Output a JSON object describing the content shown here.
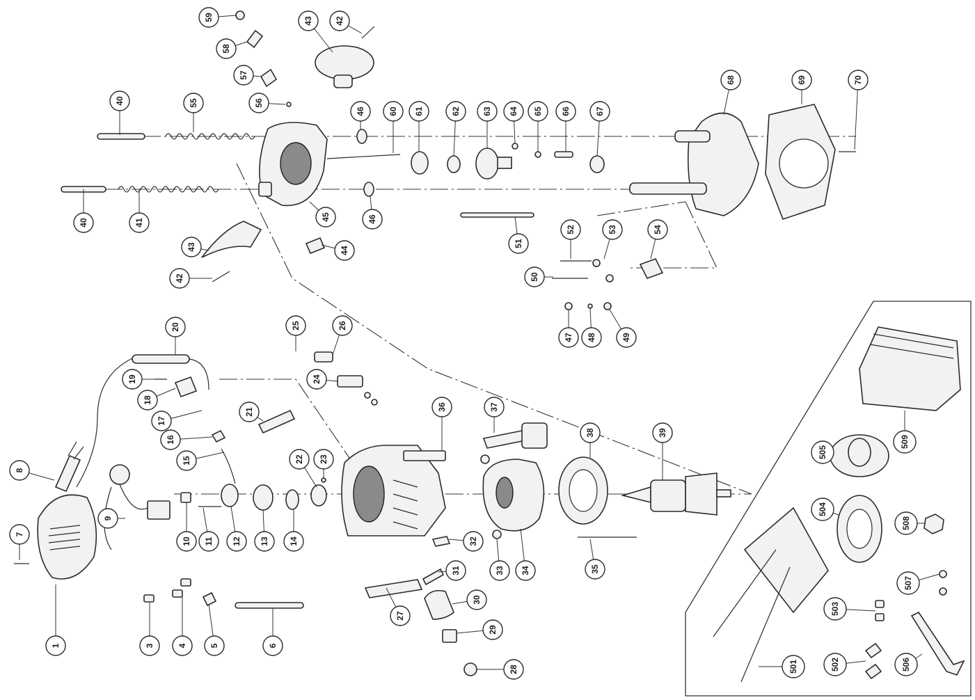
{
  "diagram": {
    "callouts": {
      "p1": "1",
      "p3": "3",
      "p4": "4",
      "p5": "5",
      "p6": "6",
      "p7": "7",
      "p8": "8",
      "p9": "9",
      "p10": "10",
      "p11": "11",
      "p12": "12",
      "p13": "13",
      "p14": "14",
      "p15": "15",
      "p16": "16",
      "p17": "17",
      "p18": "18",
      "p19": "19",
      "p20": "20",
      "p21": "21",
      "p22": "22",
      "p23": "23",
      "p24": "24",
      "p25": "25",
      "p26": "26",
      "p27": "27",
      "p28": "28",
      "p29": "29",
      "p30": "30",
      "p31": "31",
      "p32": "32",
      "p33": "33",
      "p34": "34",
      "p35": "35",
      "p36": "36",
      "p37": "37",
      "p38": "38",
      "p39": "39",
      "p40a": "40",
      "p40b": "40",
      "p41": "41",
      "p42a": "42",
      "p42b": "42",
      "p43a": "43",
      "p43b": "43",
      "p44": "44",
      "p45": "45",
      "p46a": "46",
      "p46b": "46",
      "p47": "47",
      "p48": "48",
      "p49": "49",
      "p50": "50",
      "p51": "51",
      "p52": "52",
      "p53": "53",
      "p54": "54",
      "p55": "55",
      "p56": "56",
      "p57": "57",
      "p58": "58",
      "p59": "59",
      "p60": "60",
      "p61": "61",
      "p62": "62",
      "p63": "63",
      "p64": "64",
      "p65": "65",
      "p66": "66",
      "p67": "67",
      "p68": "68",
      "p69": "69",
      "p70": "70",
      "p501": "501",
      "p502": "502",
      "p503": "503",
      "p504": "504",
      "p505": "505",
      "p506": "506",
      "p507": "507",
      "p508": "508",
      "p509": "509"
    }
  }
}
